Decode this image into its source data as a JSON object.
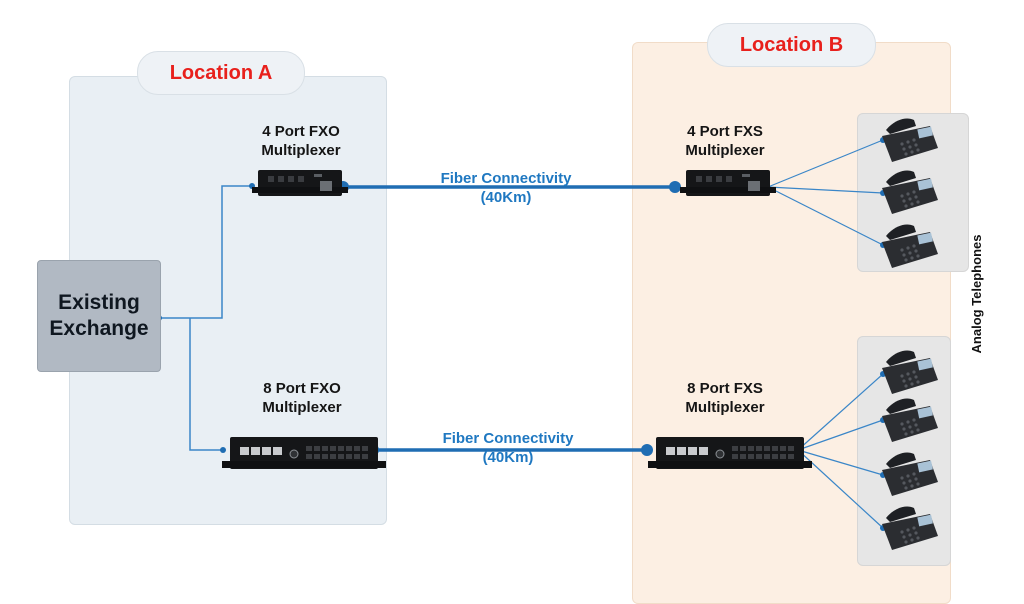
{
  "location_a": {
    "title": "Location A"
  },
  "location_b": {
    "title": "Location B"
  },
  "exchange": {
    "line1": "Existing",
    "line2": "Exchange"
  },
  "devices": {
    "fxo4": {
      "line1": "4 Port FXO",
      "line2": "Multiplexer"
    },
    "fxo8": {
      "line1": "8 Port FXO",
      "line2": "Multiplexer"
    },
    "fxs4": {
      "line1": "4 Port FXS",
      "line2": "Multiplexer"
    },
    "fxs8": {
      "line1": "8 Port FXS",
      "line2": "Multiplexer"
    }
  },
  "links": {
    "top": {
      "line1": "Fiber Connectivity",
      "line2": "(40Km)"
    },
    "bottom": {
      "line1": "Fiber Connectivity",
      "line2": "(40Km)"
    }
  },
  "phones_label": "Analog Telephones",
  "colors": {
    "location_title": "#e8201c",
    "fiber": "#1f78c1",
    "line": "#3a86c8",
    "panel_a": "#e9eff4",
    "panel_b": "#fcefe3"
  },
  "icons": [
    "multiplexer-device-icon",
    "telephone-icon"
  ]
}
